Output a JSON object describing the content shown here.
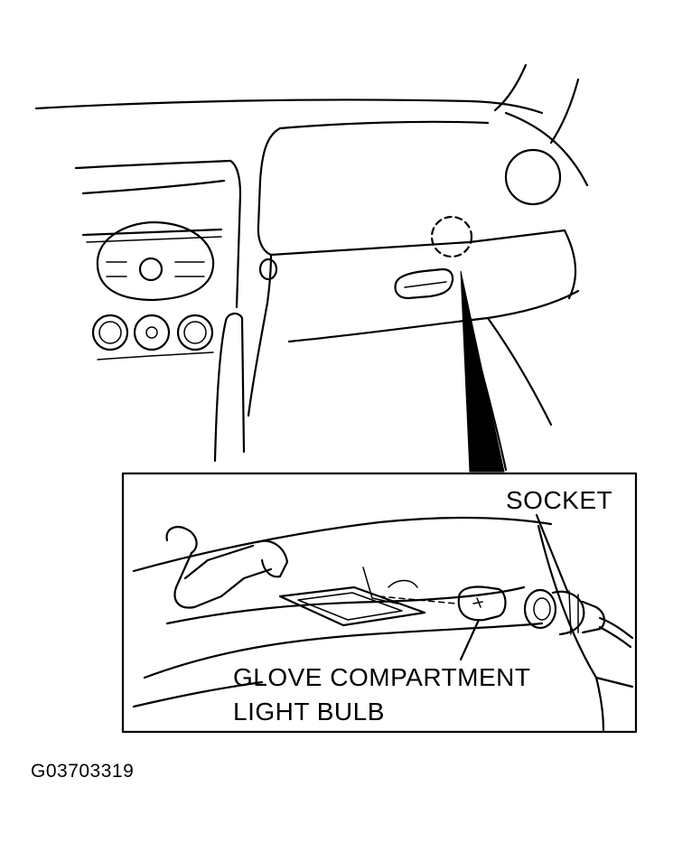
{
  "labels": {
    "socket": "SOCKET",
    "bulb_line1": "GLOVE COMPARTMENT",
    "bulb_line2": "LIGHT BULB",
    "figure_code": "G03703319"
  },
  "colors": {
    "ink": "#000000",
    "paper": "#ffffff"
  }
}
